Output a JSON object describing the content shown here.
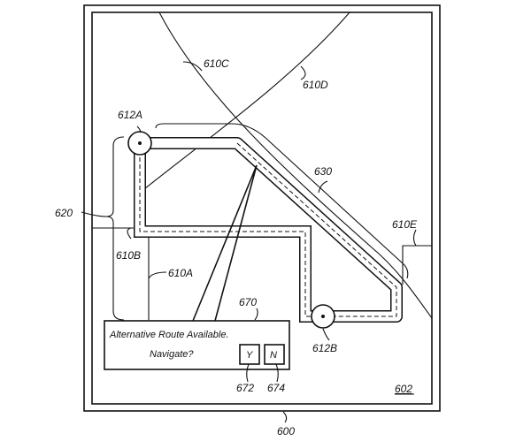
{
  "labels": {
    "device": "600",
    "screen": "602",
    "road_a": "610A",
    "road_b": "610B",
    "road_c": "610C",
    "road_d": "610D",
    "road_e": "610E",
    "start_point": "612A",
    "end_point": "612B",
    "alternative_route": "620",
    "current_route": "630",
    "notification": "670",
    "yes_button_ref": "672",
    "no_button_ref": "674"
  },
  "popup": {
    "line1": "Alternative Route Available.",
    "line2": "Navigate?",
    "yes_label": "Y",
    "no_label": "N"
  }
}
